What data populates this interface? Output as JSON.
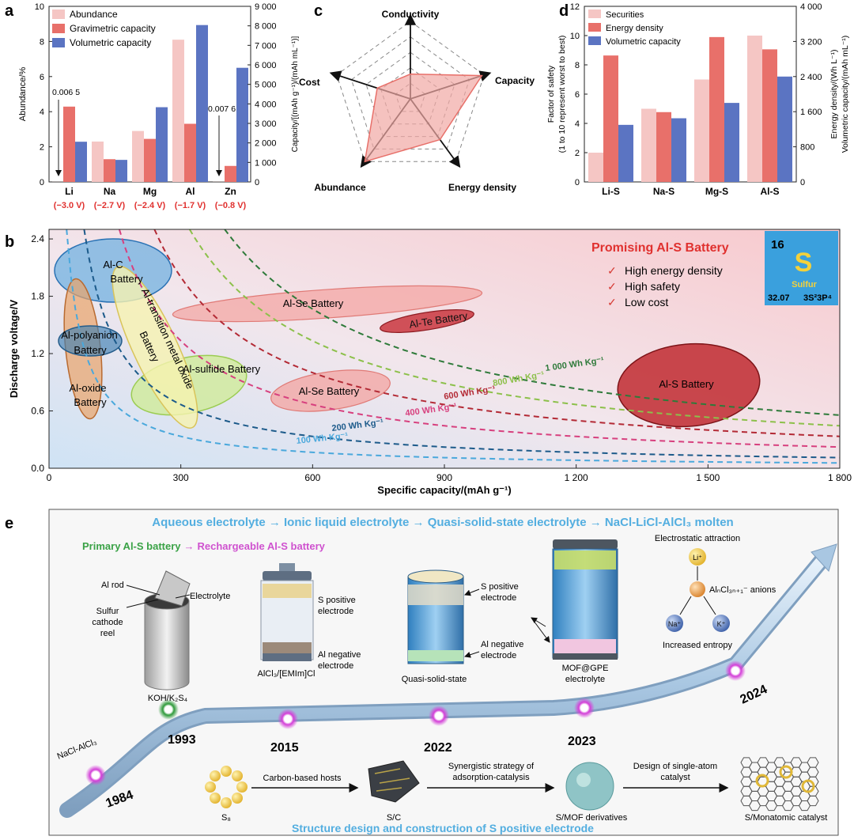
{
  "panels": {
    "a": "a",
    "b": "b",
    "c": "c",
    "d": "d",
    "e": "e"
  },
  "panel_a": {
    "legend": [
      "Abundance",
      "Gravimetric capacity",
      "Volumetric capacity"
    ],
    "ylabel_left": "Abundance/%",
    "ylabel_right": "Capacity/[(mAh g⁻¹)/(mAh mL⁻¹)]",
    "left_ticks": [
      "0",
      "2",
      "4",
      "6",
      "8",
      "10"
    ],
    "right_ticks": [
      "0",
      "1 000",
      "2 000",
      "3 000",
      "4 000",
      "5 000",
      "6 000",
      "7 000",
      "8 000",
      "9 000"
    ],
    "elements": [
      "Li",
      "Na",
      "Mg",
      "Al",
      "Zn"
    ],
    "voltages": [
      "(−3.0 V)",
      "(−2.7 V)",
      "(−2.4 V)",
      "(−1.7 V)",
      "(−0.8 V)"
    ],
    "note_li": "0.006 5",
    "note_zn": "0.007 6"
  },
  "panel_c": {
    "axes": [
      "Conductivity",
      "Capacity",
      "Energy density",
      "Abundance",
      "Cost"
    ]
  },
  "panel_d": {
    "legend": [
      "Securities",
      "Energy density",
      "Volumetric capacity"
    ],
    "ylabel_left_1": "Factor of safety",
    "ylabel_left_2": "(1 to 10 represent worst to best)",
    "ylabel_right_1": "Energy density/(Wh L⁻¹)",
    "ylabel_right_2": "Volumetric capacity/(mAh mL⁻¹)",
    "left_ticks": [
      "0",
      "2",
      "4",
      "6",
      "8",
      "10",
      "12"
    ],
    "right_ticks": [
      "0",
      "800",
      "1 600",
      "2 400",
      "3 200",
      "4 000"
    ],
    "categories": [
      "Li-S",
      "Na-S",
      "Mg-S",
      "Al-S"
    ]
  },
  "panel_b": {
    "xlabel": "Specific capacity/(mAh g⁻¹)",
    "ylabel": "Discharge voltage/V",
    "x_ticks": [
      "0",
      "300",
      "600",
      "900",
      "1 200",
      "1 500",
      "1 800"
    ],
    "y_ticks": [
      "0.0",
      "0.6",
      "1.2",
      "1.8",
      "2.4"
    ],
    "curve_labels": [
      "100 Wh Kg⁻¹",
      "200 Wh Kg⁻¹",
      "400 Wh Kg⁻¹",
      "600 Wh Kg⁻¹",
      "800 Wh Kg⁻¹",
      "1 000 Wh Kg⁻¹"
    ],
    "regions": [
      "Al-C",
      "Battery",
      "Al-polyanion",
      "Battery",
      "Al-oxide",
      "Battery",
      "Al-transition metal oxide",
      "Battery",
      "Al-sulfide Battery",
      "Al-Se Battery",
      "Al-Te Battery",
      "Al-Se Battery",
      "Al-S Battery"
    ],
    "promising_title": "Promising Al-S Battery",
    "promising_items": [
      "High energy density",
      "High safety",
      "Low cost"
    ],
    "check": "✓",
    "element": {
      "number": "16",
      "symbol": "S",
      "name": "Sulfur",
      "mass": "32.07",
      "config": "3S²3P⁴"
    }
  },
  "panel_e": {
    "electrolyte_path": "Aqueous electrolyte → Ionic liquid electrolyte → Quasi-solid-state electrolyte → NaCl-LiCl-AlCl₃ molten",
    "primary": "Primary Al-S battery",
    "arrow": "→",
    "rechargeable": "Rechargeable Al-S battery",
    "years": [
      "1984",
      "1993",
      "2015",
      "2022",
      "2023",
      "2024"
    ],
    "nacl": "NaCl-AlCl₃",
    "al_rod": "Al rod",
    "electrolyte": "Electrolyte",
    "sulfur_cathode": [
      "Sulfur",
      "cathode",
      "reel"
    ],
    "koh": "KOH/K₂S₄",
    "s_pos_2015": [
      "S positive",
      "electrode"
    ],
    "al_neg_2015": [
      "Al negative",
      "electrode"
    ],
    "il_2015": "AlCl₃/[EMIm]Cl",
    "s_pos_2022": [
      "S positive",
      "electrode"
    ],
    "al_neg_2022": [
      "Al negative",
      "electrode"
    ],
    "qss": "Quasi-solid-state",
    "mof_gpe": [
      "MOF@GPE",
      "electrolyte"
    ],
    "electrostatic": "Electrostatic attraction",
    "ions": {
      "li": "Li⁺",
      "na": "Na⁺",
      "k": "K⁺",
      "anion": "AlₙCl₃ₙ₊₁⁻ anions"
    },
    "entropy": "Increased entropy",
    "s8": "S₈",
    "carbon_hosts": "Carbon-based hosts",
    "sc": "S/C",
    "synergistic": [
      "Synergistic strategy of",
      "adsorption-catalysis"
    ],
    "smof": "S/MOF derivatives",
    "single_atom": [
      "Design of single-atom",
      "catalyst"
    ],
    "monatomic": "S/Monatomic catalyst",
    "structure_title": "Structure design and construction of S positive electrode"
  },
  "chart_data": [
    {
      "type": "bar",
      "categories": [
        "Li",
        "Na",
        "Mg",
        "Al",
        "Zn"
      ],
      "series": [
        {
          "name": "Abundance",
          "values": [
            0.0065,
            2.3,
            2.9,
            8.1,
            0.0076
          ]
        },
        {
          "name": "Gravimetric capacity",
          "values": [
            3860,
            1165,
            2205,
            2980,
            820
          ]
        },
        {
          "name": "Volumetric capacity",
          "values": [
            2060,
            1130,
            3830,
            8040,
            5850
          ]
        }
      ],
      "ylim_left": [
        0,
        10
      ],
      "ylim_right": [
        0,
        9000
      ],
      "colors": [
        "#f5c6c4",
        "#e8706a",
        "#5b74c2"
      ]
    },
    {
      "type": "radar",
      "axes": [
        "Conductivity",
        "Capacity",
        "Energy density",
        "Abundance",
        "Cost"
      ],
      "series": [
        {
          "values": [
            0.32,
            0.97,
            0.65,
            1.0,
            0.45
          ]
        }
      ],
      "levels": 5,
      "colors": [
        "#e8706a"
      ]
    },
    {
      "type": "bar",
      "categories": [
        "Li-S",
        "Na-S",
        "Mg-S",
        "Al-S"
      ],
      "series": [
        {
          "name": "Securities",
          "values": [
            2,
            5,
            7,
            10
          ]
        },
        {
          "name": "Energy density",
          "values": [
            2880,
            1590,
            3300,
            3020
          ]
        },
        {
          "name": "Volumetric capacity",
          "values": [
            1300,
            1450,
            1800,
            2400
          ]
        }
      ],
      "ylim_left": [
        0,
        12
      ],
      "ylim_right": [
        0,
        4000
      ],
      "colors": [
        "#f5c6c4",
        "#e8706a",
        "#5b74c2"
      ]
    },
    {
      "type": "line",
      "xlim": [
        0,
        1800
      ],
      "ylim": [
        0,
        2.5
      ],
      "series": [
        {
          "name": "100 Wh Kg⁻¹",
          "energy": 100,
          "color": "#4aa8dc"
        },
        {
          "name": "200 Wh Kg⁻¹",
          "energy": 200,
          "color": "#1c5a8a"
        },
        {
          "name": "400 Wh Kg⁻¹",
          "energy": 400,
          "color": "#d7407e"
        },
        {
          "name": "600 Wh Kg⁻¹",
          "energy": 600,
          "color": "#b32a35"
        },
        {
          "name": "800 Wh Kg⁻¹",
          "energy": 800,
          "color": "#8cc04a"
        },
        {
          "name": "1 000 Wh Kg⁻¹",
          "energy": 1000,
          "color": "#2e7a3a"
        }
      ],
      "regions": [
        {
          "name": "Al-C Battery",
          "x": 150,
          "y": 2.0
        },
        {
          "name": "Al-polyanion Battery",
          "x": 60,
          "y": 1.3
        },
        {
          "name": "Al-oxide Battery",
          "x": 95,
          "y": 0.85
        },
        {
          "name": "Al-transition metal oxide Battery",
          "x": 185,
          "y": 1.15
        },
        {
          "name": "Al-sulfide Battery",
          "x": 245,
          "y": 0.87
        },
        {
          "name": "Al-Se Battery",
          "x": 570,
          "y": 1.7
        },
        {
          "name": "Al-Te Battery",
          "x": 880,
          "y": 1.55
        },
        {
          "name": "Al-Se Battery",
          "x": 600,
          "y": 0.78
        },
        {
          "name": "Al-S Battery",
          "x": 1480,
          "y": 0.9
        }
      ]
    }
  ]
}
